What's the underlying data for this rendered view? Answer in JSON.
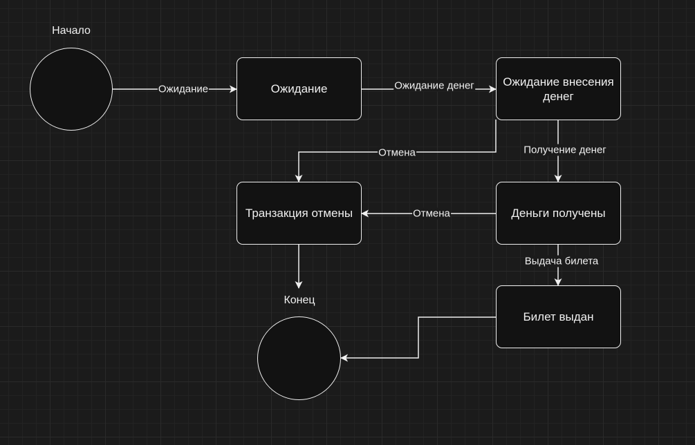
{
  "diagram": {
    "start_label": "Начало",
    "end_label": "Конец",
    "nodes": {
      "waiting": "Ожидание",
      "waiting_money": "Ожидание внесения денег",
      "cancel_transaction": "Транзакция отмены",
      "money_received": "Деньги получены",
      "ticket_issued": "Билет выдан"
    },
    "edges": {
      "start_to_waiting": "Ожидание",
      "waiting_to_waiting_money": "Ожидание денег",
      "waiting_money_to_cancel": "Отмена",
      "waiting_money_to_received": "Получение денег",
      "received_to_cancel": "Отмена",
      "received_to_ticket": "Выдача билета"
    }
  }
}
